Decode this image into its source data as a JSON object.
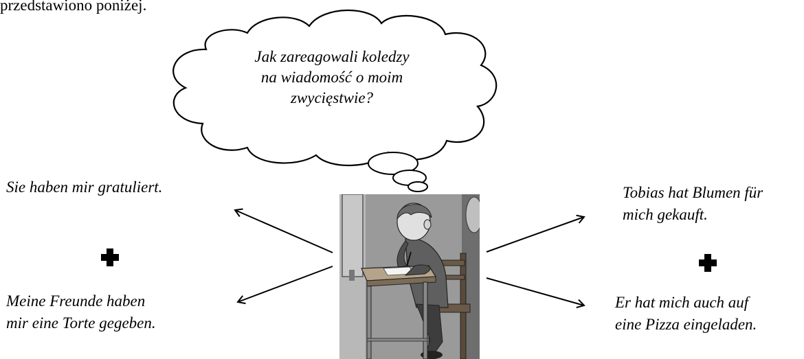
{
  "intro_text": "przedstawiono poniżej.",
  "thought": {
    "line1": "Jak zareagowali koledzy",
    "line2": "na wiadomość o moim",
    "line3": "zwycięstwie?"
  },
  "left": {
    "sentence1": "Sie haben mir gratuliert.",
    "sentence2_line1": "Meine Freunde haben",
    "sentence2_line2": "mir eine Torte gegeben."
  },
  "right": {
    "sentence1_line1": "Tobias hat Blumen für",
    "sentence1_line2": "mich gekauft.",
    "sentence2_line1": "Er hat mich auch auf",
    "sentence2_line2": "eine Pizza eingeladen."
  },
  "icons": {
    "plus": "plus-icon",
    "arrow": "arrow-icon",
    "cloud": "thought-cloud"
  }
}
